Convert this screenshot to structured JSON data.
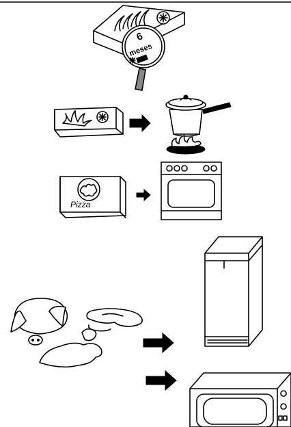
{
  "panels": {
    "frozen_package": {
      "badge_number": "6",
      "badge_word": "meses"
    },
    "pizza_box": {
      "label": "Pizza"
    }
  },
  "colors": {
    "line": "#000000",
    "fill": "#ffffff",
    "handle": "#888888"
  }
}
